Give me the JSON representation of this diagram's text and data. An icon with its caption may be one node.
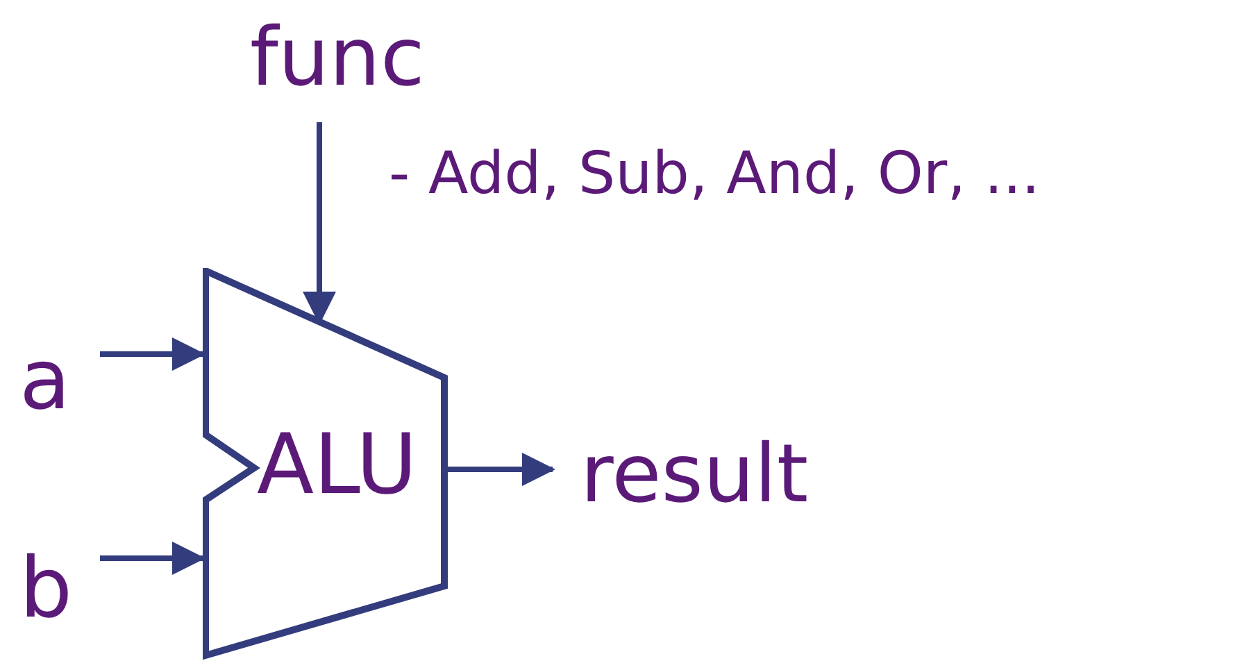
{
  "diagram": {
    "nodes": [
      {
        "text": [
          "func"
        ]
      },
      {
        "text": [
          "a"
        ]
      },
      {
        "text": [
          "ALU"
        ]
      },
      {
        "text": [
          "result"
        ]
      },
      {
        "text": [
          "b"
        ]
      }
    ],
    "edges": [
      {
        "from": 0,
        "to": 2,
        "arrow": "to"
      },
      {
        "from": 1,
        "to": 2,
        "arrow": "to"
      },
      {
        "from": 4,
        "to": 2,
        "arrow": "to"
      },
      {
        "from": 2,
        "to": 3,
        "arrow": "to"
      }
    ],
    "labels": [
      "- Add, Sub, And, Or, ..."
    ]
  }
}
